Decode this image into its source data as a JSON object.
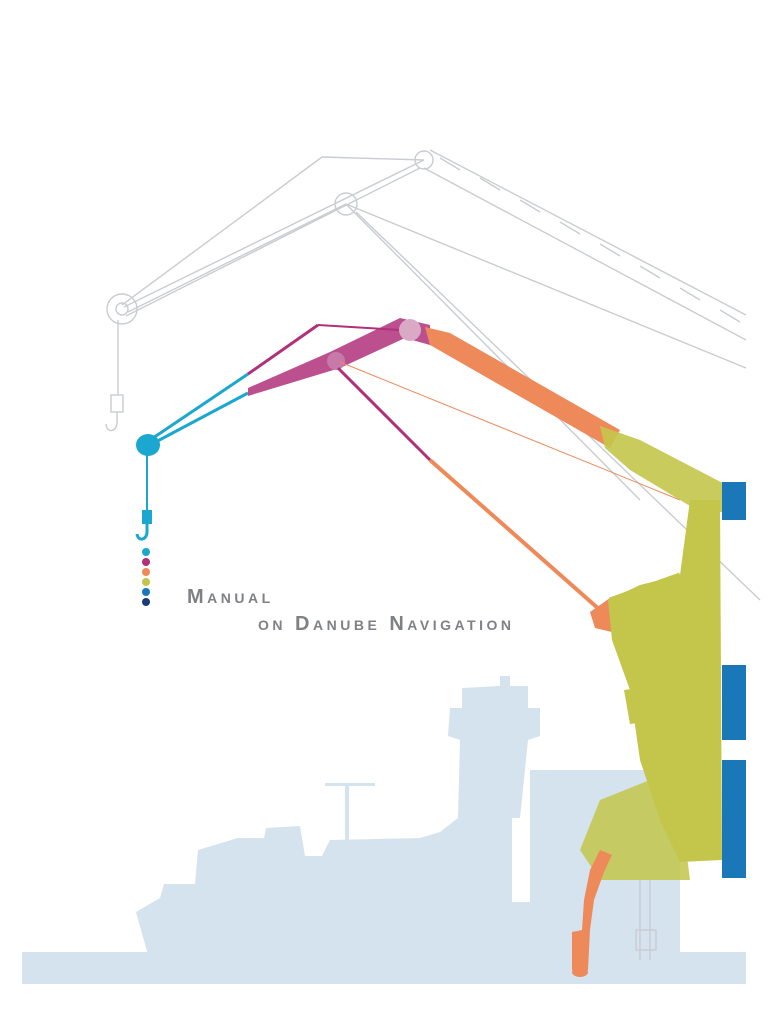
{
  "document": {
    "title_line_1": "Manual",
    "title_line_2": "on Danube Navigation"
  },
  "colors": {
    "crane_outline": "#c9ccd1",
    "cyan": "#1ba7d0",
    "magenta": "#b0307a",
    "orange": "#ee8a5a",
    "olive": "#c3c64a",
    "blue": "#1a77b8",
    "navy": "#1b3b77",
    "ship_silhouette": "#d5e3ee",
    "title_gray": "#7f8184"
  },
  "marker_dots": [
    "cyan",
    "magenta",
    "orange",
    "olive",
    "blue",
    "navy"
  ]
}
